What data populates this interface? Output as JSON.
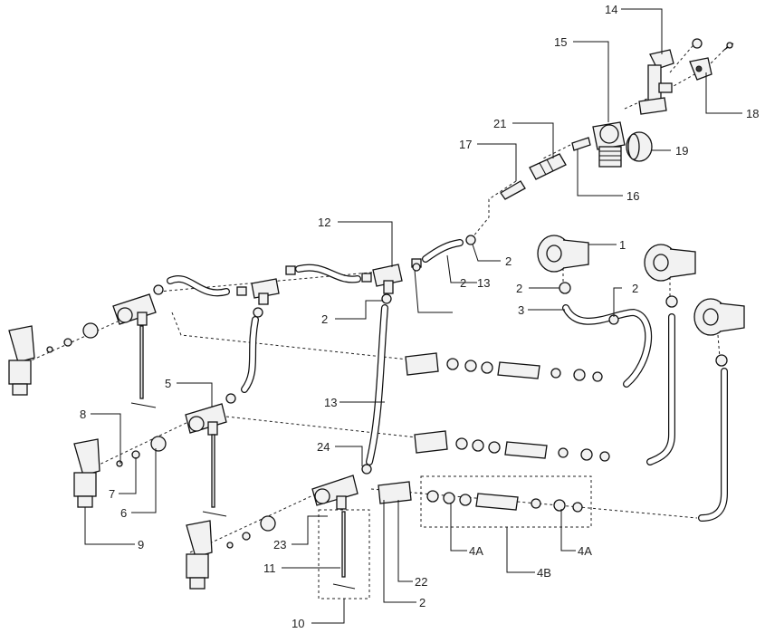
{
  "diagram": {
    "labels": {
      "l14": "14",
      "l15": "15",
      "l18": "18",
      "l21": "21",
      "l17": "17",
      "l19": "19",
      "l16": "16",
      "l12": "12",
      "l1": "1",
      "l2a": "2",
      "l2b": "2",
      "l2c": "2",
      "l2d": "2",
      "l2e": "2",
      "l13a": "13",
      "l3": "3",
      "l5": "5",
      "l13b": "13",
      "l8": "8",
      "l24": "24",
      "l7": "7",
      "l6": "6",
      "l9": "9",
      "l23": "23",
      "l11": "11",
      "l4a1": "4A",
      "l4a2": "4A",
      "l4b": "4B",
      "l22": "22",
      "l2f": "2",
      "l10": "10"
    }
  }
}
